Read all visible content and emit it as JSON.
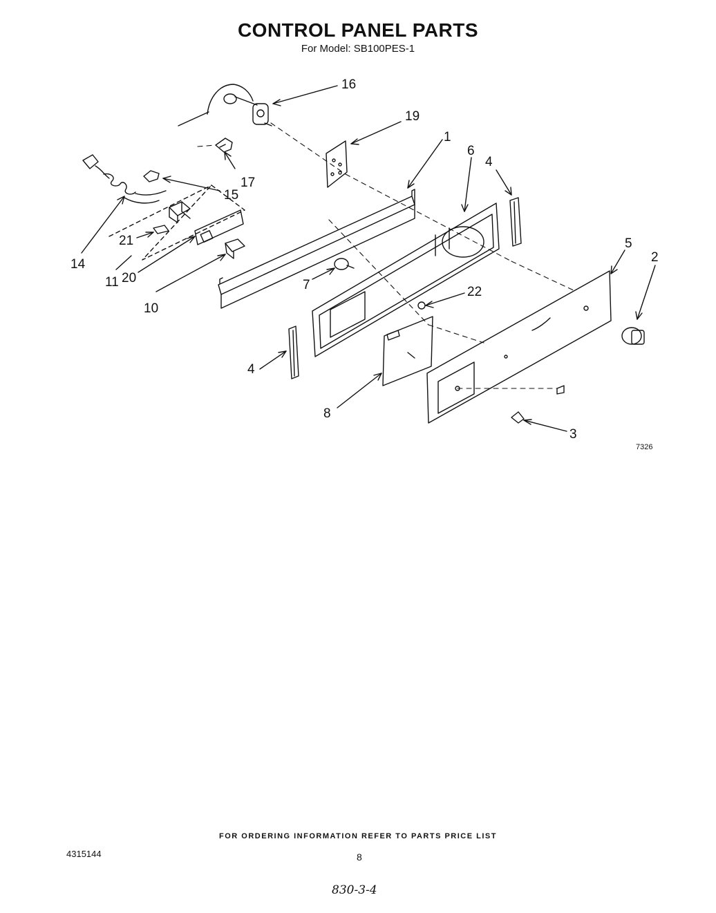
{
  "header": {
    "title": "CONTROL PANEL PARTS",
    "subtitle": "For Model: SB100PES-1"
  },
  "diagram": {
    "figure_number": "7326",
    "callouts": [
      {
        "id": "c16",
        "label": "16"
      },
      {
        "id": "c19",
        "label": "19"
      },
      {
        "id": "c17",
        "label": "17"
      },
      {
        "id": "c15",
        "label": "15"
      },
      {
        "id": "c1",
        "label": "1"
      },
      {
        "id": "c6",
        "label": "6"
      },
      {
        "id": "c4a",
        "label": "4"
      },
      {
        "id": "c14",
        "label": "14"
      },
      {
        "id": "c21",
        "label": "21"
      },
      {
        "id": "c11",
        "label": "11"
      },
      {
        "id": "c20",
        "label": "20"
      },
      {
        "id": "c10",
        "label": "10"
      },
      {
        "id": "c7",
        "label": "7"
      },
      {
        "id": "c22",
        "label": "22"
      },
      {
        "id": "c5",
        "label": "5"
      },
      {
        "id": "c2",
        "label": "2"
      },
      {
        "id": "c4b",
        "label": "4"
      },
      {
        "id": "c8",
        "label": "8"
      },
      {
        "id": "c3",
        "label": "3"
      }
    ]
  },
  "footer": {
    "ordering_note": "FOR ORDERING INFORMATION REFER TO PARTS PRICE LIST",
    "document_number": "4315144",
    "page_number": "8",
    "handwritten_note": "830-3-4"
  }
}
